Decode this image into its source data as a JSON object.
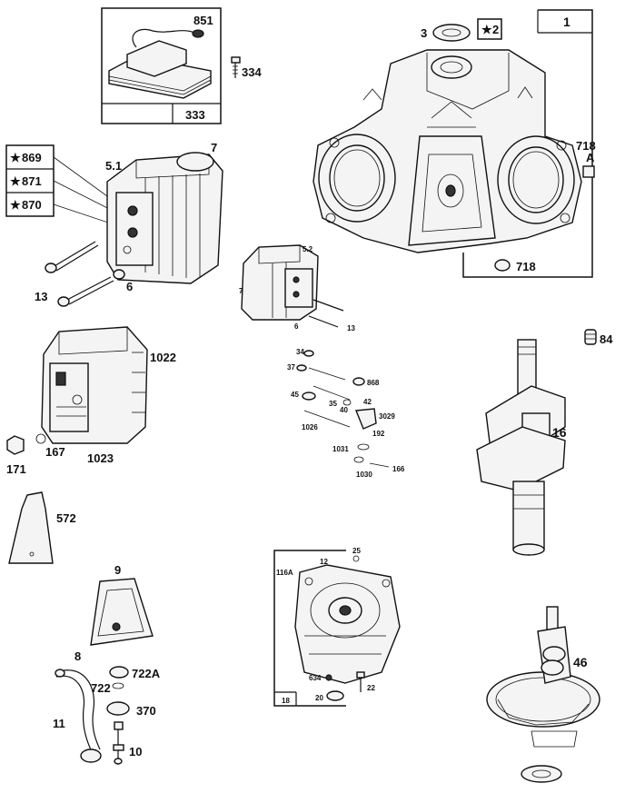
{
  "labels": {
    "p1": "1",
    "p2": "2",
    "p3": "3",
    "p718a_line1": "718",
    "p718a_line2": "A",
    "p718": "718",
    "p851": "851",
    "p334": "334",
    "p333": "333",
    "p869": "869",
    "p871": "871",
    "p870": "870",
    "p5_1": "5.1",
    "p7": "7",
    "p13": "13",
    "p6": "6",
    "p5_2": "5.2",
    "p7b": "7",
    "p6b": "6",
    "p13b": "13",
    "p84": "84",
    "p16": "16",
    "p1022": "1022",
    "p1023": "1023",
    "p171": "171",
    "p167": "167",
    "p34": "34",
    "p37": "37",
    "p868": "868",
    "p45": "45",
    "p35": "35",
    "p40": "40",
    "p42": "42",
    "p3029": "3029",
    "p1026": "1026",
    "p192": "192",
    "p1031": "1031",
    "p1030": "1030",
    "p166": "166",
    "p572": "572",
    "p9": "9",
    "p8": "8",
    "p722a": "722A",
    "p722": "722",
    "p370": "370",
    "p11": "11",
    "p10": "10",
    "p12": "12",
    "p25": "25",
    "p116a": "116A",
    "p634": "634",
    "p22": "22",
    "p20": "20",
    "p18": "18",
    "p46": "46"
  },
  "icons": {
    "star": "★"
  }
}
